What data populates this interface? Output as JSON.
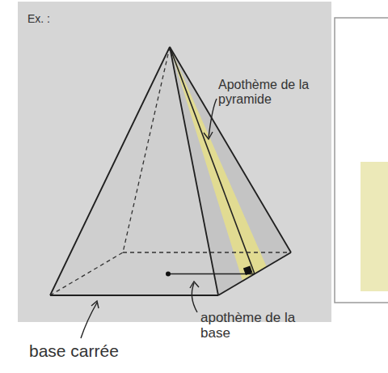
{
  "diagram": {
    "labels": [
      "Ex. :",
      "Apothème de la pyramide",
      "apothème de la base",
      "base carrée"
    ]
  }
}
